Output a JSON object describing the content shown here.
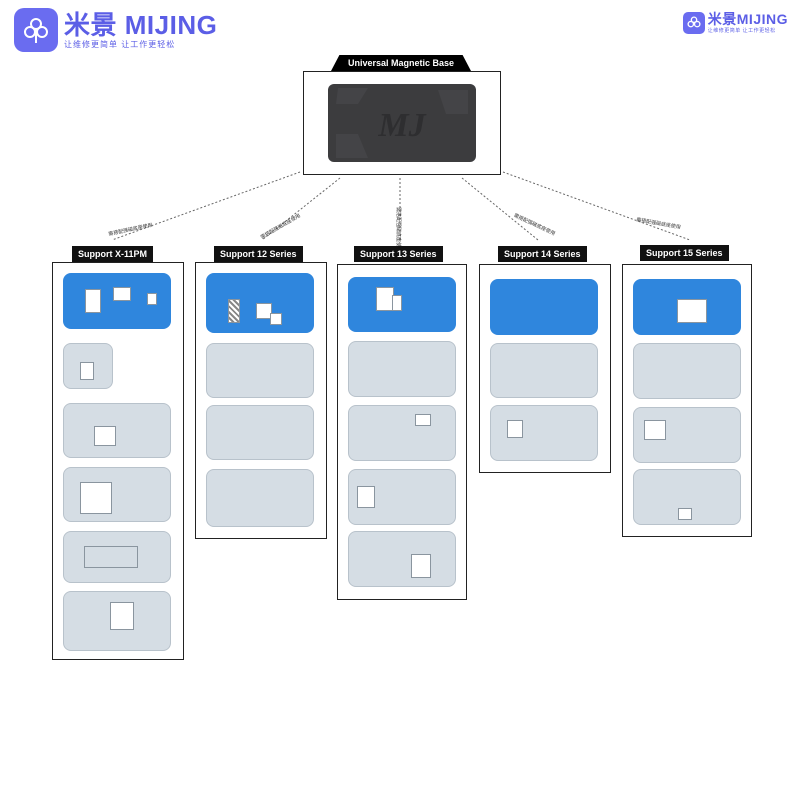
{
  "brand": {
    "name_cn": "米景",
    "name_en": "MIJING",
    "slogan": "让维修更简单 让工作更轻松",
    "accent_color": "#5b5ee6"
  },
  "base": {
    "label": "Universal Magnetic Base",
    "plate_text": "MJ"
  },
  "note": "需搭配强磁底座使用",
  "groups": [
    {
      "label": "Support X-11PM",
      "plates": 6
    },
    {
      "label": "Support 12 Series",
      "plates": 4
    },
    {
      "label": "Support 13 Series",
      "plates": 5
    },
    {
      "label": "Support 14 Series",
      "plates": 3
    },
    {
      "label": "Support 15 Series",
      "plates": 4
    }
  ],
  "colors": {
    "blue_plate": "#2f86dd",
    "silver_plate": "#d5dde4",
    "base_plate": "#3c3c3e"
  }
}
